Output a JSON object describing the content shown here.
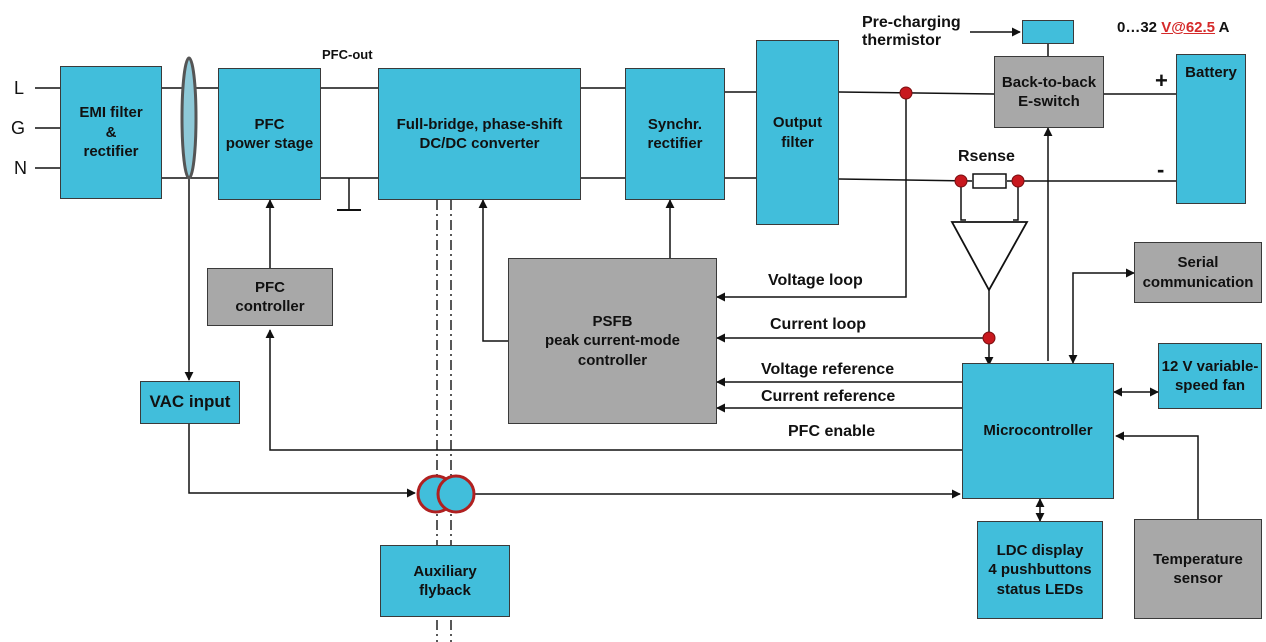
{
  "inputs": {
    "line": "L",
    "ground": "G",
    "neutral": "N"
  },
  "blocks": {
    "emi_filter": "EMI filter\n&\nrectifier",
    "pfc_stage": "PFC\npower stage",
    "dcdc": "Full-bridge, phase-shift\nDC/DC converter",
    "sync_rect": "Synchr.\nrectifier",
    "output_filter": "Output\nfilter",
    "e_switch": "Back-to-back\nE-switch",
    "battery": "Battery",
    "pfc_controller": "PFC\ncontroller",
    "psfb_controller": "PSFB\npeak current-mode\ncontroller",
    "vac_input": "VAC input",
    "aux_flyback": "Auxiliary\nflyback",
    "microcontroller": "Microcontroller",
    "serial": "Serial\ncommunication",
    "fan": "12 V variable-\nspeed fan",
    "display": "LDC display\n4 pushbuttons\nstatus LEDs",
    "temp_sensor": "Temperature\nsensor"
  },
  "labels": {
    "pfc_out": "PFC-out",
    "precharge": "Pre-charging\nthermistor",
    "rsense": "Rsense",
    "voltage_loop": "Voltage loop",
    "current_loop": "Current loop",
    "voltage_reference": "Voltage reference",
    "current_reference": "Current reference",
    "pfc_enable": "PFC enable",
    "plus": "+",
    "minus": "-"
  },
  "rating": {
    "prefix": "0…32 ",
    "highlight": "V@62.5",
    "suffix": " A"
  },
  "colors": {
    "block_cyan": "#41bedb",
    "block_gray": "#a8a8a8",
    "node_red": "#c8181e",
    "rating_red": "#d52a2a"
  }
}
